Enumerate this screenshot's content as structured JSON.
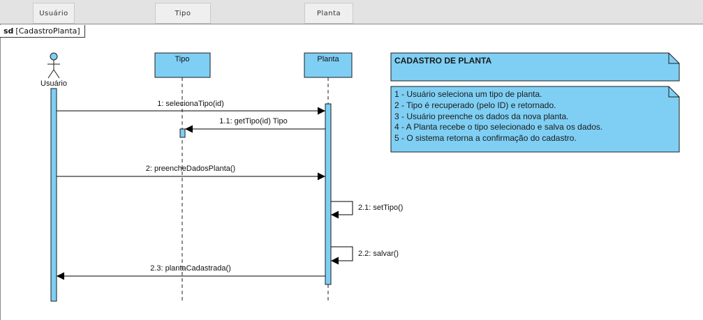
{
  "tabs": [
    {
      "label": "Usuário"
    },
    {
      "label": "Tipo"
    },
    {
      "label": "Planta"
    }
  ],
  "frame": {
    "keyword": "sd",
    "name": "[CadastroPlanta]"
  },
  "actor": {
    "label": "Usuário"
  },
  "lifelines": [
    {
      "label": "Tipo"
    },
    {
      "label": "Planta"
    }
  ],
  "messages": [
    {
      "label": "1: selecionaTipo(id)"
    },
    {
      "label": "1.1: getTipo(id) Tipo"
    },
    {
      "label": "2: preencheDadosPlanta()"
    },
    {
      "label": "2.1: setTipo()"
    },
    {
      "label": "2.2: salvar()"
    },
    {
      "label": "2.3: plantaCadastrada()"
    }
  ],
  "notes": {
    "title": "CADASTRO DE PLANTA",
    "steps": [
      "1 - Usuário seleciona um tipo de planta.",
      "2 - Tipo é recuperado (pelo ID) e retornado.",
      "3 - Usuário preenche os dados da nova planta.",
      "4 - A Planta recebe o tipo selecionado e salva os dados.",
      "5 - O sistema retorna a confirmação do cadastro."
    ]
  },
  "colors": {
    "fill": "#7fcff4",
    "stroke": "#1c1c1c"
  }
}
